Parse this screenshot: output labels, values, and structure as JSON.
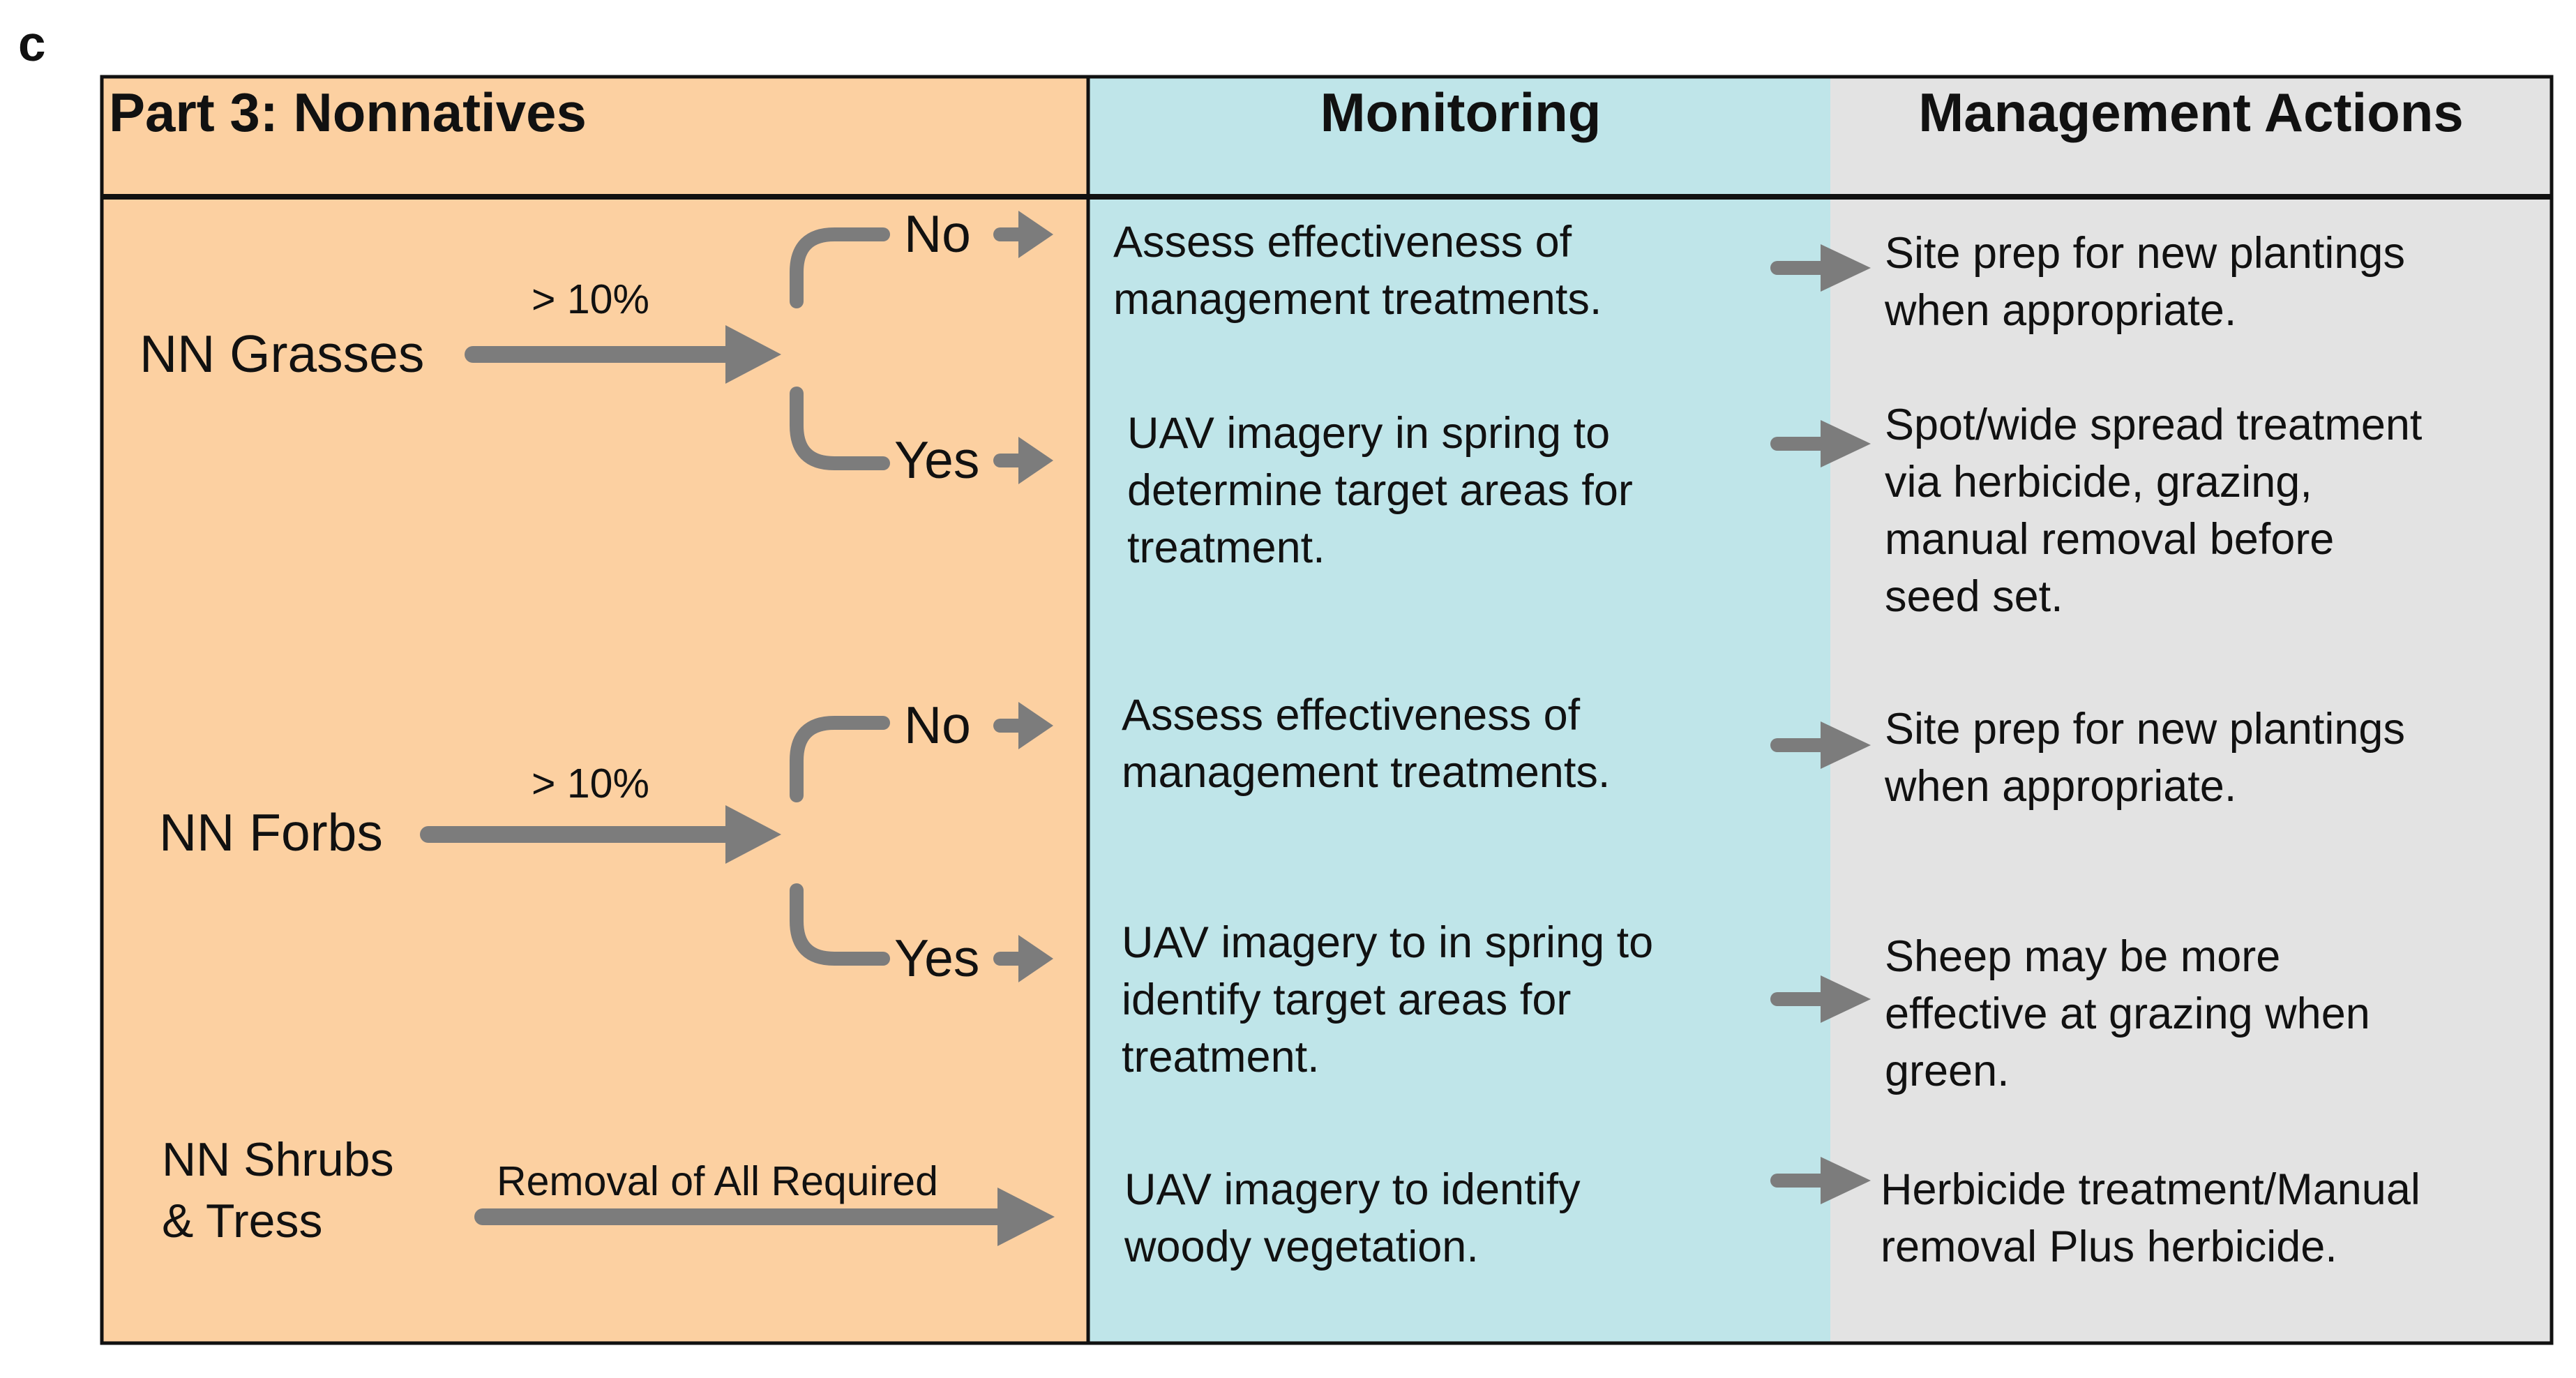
{
  "panel_letter": "c",
  "headers": {
    "left": "Part 3: Nonnatives",
    "monitoring": "Monitoring",
    "management": "Management Actions"
  },
  "colors": {
    "left_bg": "#fcd0a1",
    "monitoring_bg": "#bfe5e9",
    "management_bg": "#e3e3e3",
    "arrow": "#7c7c7c",
    "border": "#111111"
  },
  "rows": {
    "grasses": {
      "label": "NN Grasses",
      "threshold": "> 10%",
      "no_label": "No",
      "yes_label": "Yes",
      "no_monitor": [
        "Assess effectiveness of",
        "management treatments."
      ],
      "no_action": [
        "Site prep for new plantings",
        "when appropriate."
      ],
      "yes_monitor": [
        "UAV imagery in spring to",
        "determine target areas for",
        "treatment."
      ],
      "yes_action": [
        "Spot/wide spread treatment",
        "via herbicide, grazing,",
        "manual removal before",
        "seed set."
      ]
    },
    "forbs": {
      "label": "NN Forbs",
      "threshold": "> 10%",
      "no_label": "No",
      "yes_label": "Yes",
      "no_monitor": [
        "Assess effectiveness of",
        "management treatments."
      ],
      "no_action": [
        "Site prep for new plantings",
        "when appropriate."
      ],
      "yes_monitor": [
        "UAV imagery to in spring to",
        "identify target areas for",
        "treatment."
      ],
      "yes_action": [
        "Sheep may be more",
        "effective at grazing when",
        "green."
      ]
    },
    "shrubs": {
      "label": [
        "NN Shrubs",
        "& Tress"
      ],
      "arrow_label": "Removal of All Required",
      "monitor": [
        "UAV imagery to identify",
        "woody vegetation."
      ],
      "action": [
        "Herbicide treatment/Manual",
        "removal Plus herbicide."
      ]
    }
  }
}
